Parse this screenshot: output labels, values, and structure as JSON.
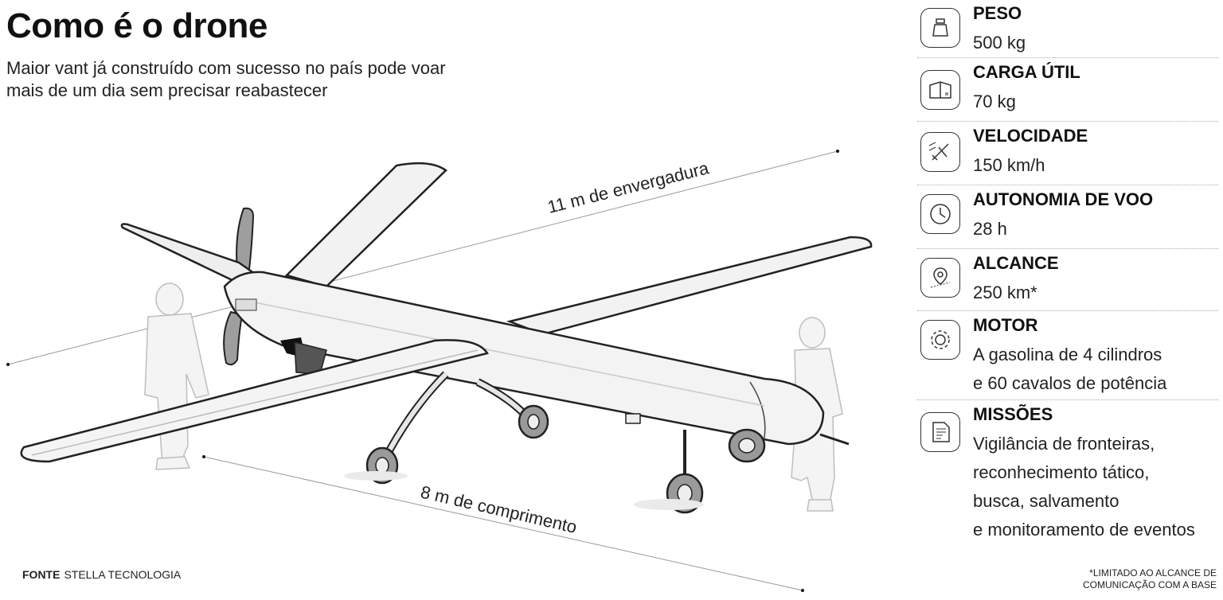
{
  "header": {
    "title": "Como é o drone",
    "subtitle_line1": "Maior vant já construído com sucesso no país pode voar",
    "subtitle_line2": "mais de um dia sem precisar reabastecer"
  },
  "diagram": {
    "wingspan_label": "11 m de envergadura",
    "length_label": "8 m de comprimento"
  },
  "specs": [
    {
      "icon": "weight-icon",
      "label": "PESO",
      "lines": [
        "500 kg"
      ]
    },
    {
      "icon": "box-icon",
      "label": "CARGA ÚTIL",
      "lines": [
        "70 kg"
      ]
    },
    {
      "icon": "speed-plane-icon",
      "label": "VELOCIDADE",
      "lines": [
        "150 km/h"
      ]
    },
    {
      "icon": "clock-icon",
      "label": "AUTONOMIA DE VOO",
      "lines": [
        "28 h"
      ]
    },
    {
      "icon": "location-pin-icon",
      "label": "ALCANCE",
      "lines": [
        "250 km*"
      ]
    },
    {
      "icon": "gear-icon",
      "label": "MOTOR",
      "lines": [
        "A gasolina de 4 cilindros",
        "e 60 cavalos de potência"
      ]
    },
    {
      "icon": "document-icon",
      "label": "MISSÕES",
      "lines": [
        "Vigilância de fronteiras,",
        "reconhecimento tático,",
        "busca, salvamento",
        "e monitoramento de eventos"
      ]
    }
  ],
  "footer": {
    "source_label": "FONTE",
    "source_value": "STELLA TECNOLOGIA",
    "footnote_line1": "*LIMITADO AO ALCANCE DE",
    "footnote_line2": "COMUNICAÇÃO COM A BASE"
  }
}
